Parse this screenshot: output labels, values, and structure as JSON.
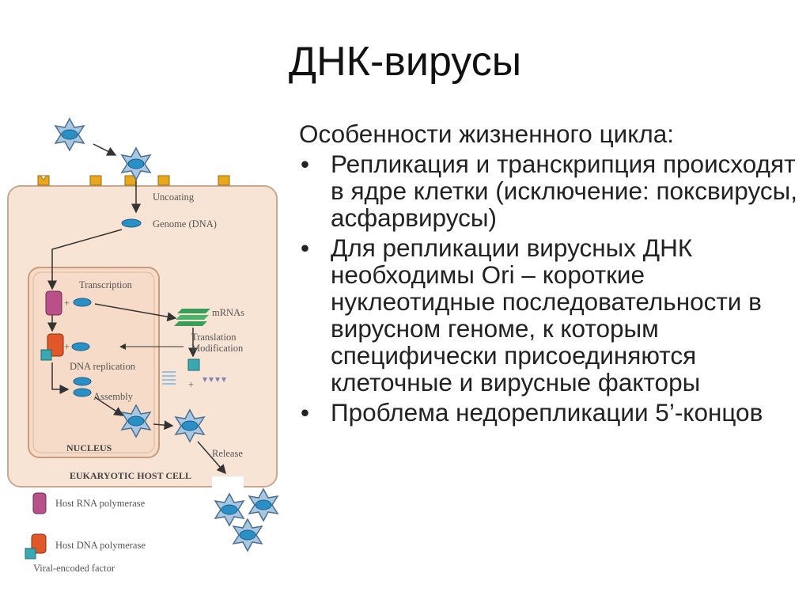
{
  "title": "ДНК-вирусы",
  "subtitle": "Особенности жизненного цикла:",
  "bullets": [
    "Репликация и транскрипция происходят в ядре клетки (исключение: поксвирусы, асфарвирусы)",
    "Для репликации вирусных ДНК необходимы Ori – короткие нуклеотидные последовательности в вирусном геноме, к которым специфически присоединяются клеточные и вирусные факторы",
    "Проблема недорепликации 5’-концов"
  ],
  "bullet_symbol": "•",
  "diagram": {
    "labels": {
      "uncoating": "Uncoating",
      "genome": "Genome (DNA)",
      "transcription": "Transcription",
      "mrnas": "mRNAs",
      "translation": "Translation",
      "modification": "Modification",
      "dna_replication": "DNA replication",
      "assembly": "Assembly",
      "nucleus": "NUCLEUS",
      "release": "Release",
      "host_cell": "EUKARYOTIC HOST CELL",
      "plus1": "+",
      "plus2": "+",
      "plus3": "+"
    },
    "legend": [
      {
        "label": "Host RNA polymerase",
        "icon": "host-rna-polymerase-icon"
      },
      {
        "label": "Host DNA polymerase",
        "icon": "host-dna-polymerase-icon"
      },
      {
        "label": "Viral-encoded factor",
        "icon": "viral-factor-icon"
      }
    ],
    "colors": {
      "cell": "#f8e4d4",
      "cell_border": "#c9a88f",
      "nucleus": "#f6dcc8",
      "nucleus_border": "#c89c7c",
      "virus_body": "#9cc0dc",
      "virus_core": "#2a8fc4",
      "receptor": "#e8a81c",
      "rna_pol": "#b8508a",
      "dna_pol": "#e0582a",
      "viral_factor": "#3aa8b0",
      "mrna": "#3a9e5a"
    }
  }
}
